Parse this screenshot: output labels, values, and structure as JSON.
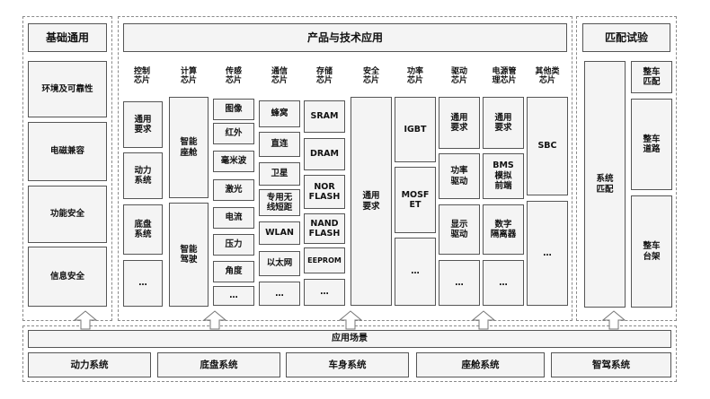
{
  "left": {
    "title": "基础通用",
    "items": [
      "环境及可靠性",
      "电磁兼容",
      "功能安全",
      "信息安全"
    ]
  },
  "center": {
    "title": "产品与技术应用",
    "columns": [
      {
        "header": "控制\n芯片",
        "cells": [
          "通用\n要求",
          "动力\n系统",
          "底盘\n系统",
          "…"
        ]
      },
      {
        "header": "计算\n芯片",
        "cells": [
          "智能\n座舱",
          "智能\n驾驶"
        ]
      },
      {
        "header": "传感\n芯片",
        "cells": [
          "图像",
          "红外",
          "毫米波",
          "激光",
          "电流",
          "压力",
          "角度",
          "…"
        ]
      },
      {
        "header": "通信\n芯片",
        "cells": [
          "蜂窝",
          "直连",
          "卫星",
          "专用无\n线短距",
          "WLAN",
          "以太网",
          "…"
        ]
      },
      {
        "header": "存储\n芯片",
        "cells": [
          "SRAM",
          "DRAM",
          "NOR\nFLASH",
          "NAND\nFLASH",
          "EEPROM",
          "…"
        ]
      },
      {
        "header": "安全\n芯片",
        "cells": [
          "通用\n要求"
        ]
      },
      {
        "header": "功率\n芯片",
        "cells": [
          "IGBT",
          "MOSF\nET",
          "…"
        ]
      },
      {
        "header": "驱动\n芯片",
        "cells": [
          "通用\n要求",
          "功率\n驱动",
          "显示\n驱动",
          "…"
        ]
      },
      {
        "header": "电源管\n理芯片",
        "cells": [
          "通用\n要求",
          "BMS\n模拟\n前端",
          "数字\n隔离器",
          "…"
        ]
      },
      {
        "header": "其他类\n芯片",
        "cells": [
          "SBC",
          "…"
        ]
      }
    ]
  },
  "right": {
    "title": "匹配试验",
    "system_match": "系统\n匹配",
    "items": [
      "整车\n匹配",
      "整车\n道路",
      "整车\n台架"
    ]
  },
  "bottom": {
    "title": "应用场景",
    "scenes": [
      "动力系统",
      "底盘系统",
      "车身系统",
      "座舱系统",
      "智驾系统"
    ]
  }
}
